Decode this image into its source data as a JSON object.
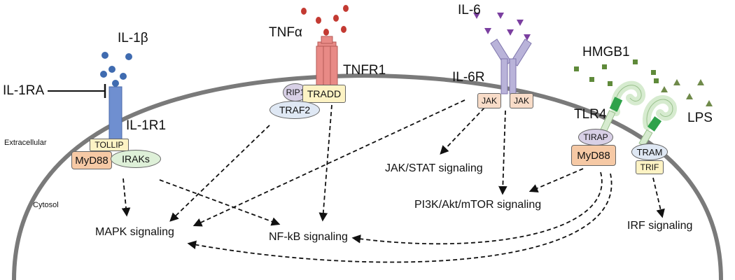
{
  "regions": {
    "extracellular": "Extracellular",
    "cytosol": "Cytosol"
  },
  "ligands": {
    "il1b": "IL-1β",
    "il1ra": "IL-1RA",
    "tnfa": "TNFα",
    "il6": "IL-6",
    "hmgb1": "HMGB1",
    "lps": "LPS"
  },
  "receptors": {
    "il1r1": "IL-1R1",
    "tnfr1": "TNFR1",
    "il6r": "IL-6R",
    "tlr4": "TLR4"
  },
  "adaptors": {
    "tollip": "TOLLIP",
    "myd88_left": "MyD88",
    "iraks": "IRAKs",
    "rip1": "RIP1",
    "tradd": "TRADD",
    "traf2": "TRAF2",
    "jak1": "JAK",
    "jak2": "JAK",
    "tirap": "TIRAP",
    "myd88_right": "MyD88",
    "tram": "TRAM",
    "trif": "TRIF"
  },
  "pathways": {
    "mapk": "MAPK signaling",
    "nfkb": "NF-kB signaling",
    "jakstat": "JAK/STAT signaling",
    "pi3k": "PI3K/Akt/mTOR signaling",
    "irf": "IRF signaling"
  },
  "colors": {
    "membrane": "#7a7a7a",
    "il1r1": "#6f8fd0",
    "tnfr1": "#e88a86",
    "il6r": "#b9b3d9",
    "tlr4": "#d6ebcf",
    "tlr4_band": "#2fa24a",
    "il1b": "#3f6bb0",
    "tnfa": "#c33a32",
    "il6": "#7b3fa0",
    "hmgb1": "#5f8a3a",
    "lps": "#6f8a4a",
    "yellow_box": "#fdf3c4",
    "orange_box": "#f6c9a5",
    "green_box": "#def0d8",
    "lavender_box": "#d8d0e6",
    "blue_box": "#dfe8f4",
    "peach_box": "#f8dcc8"
  }
}
